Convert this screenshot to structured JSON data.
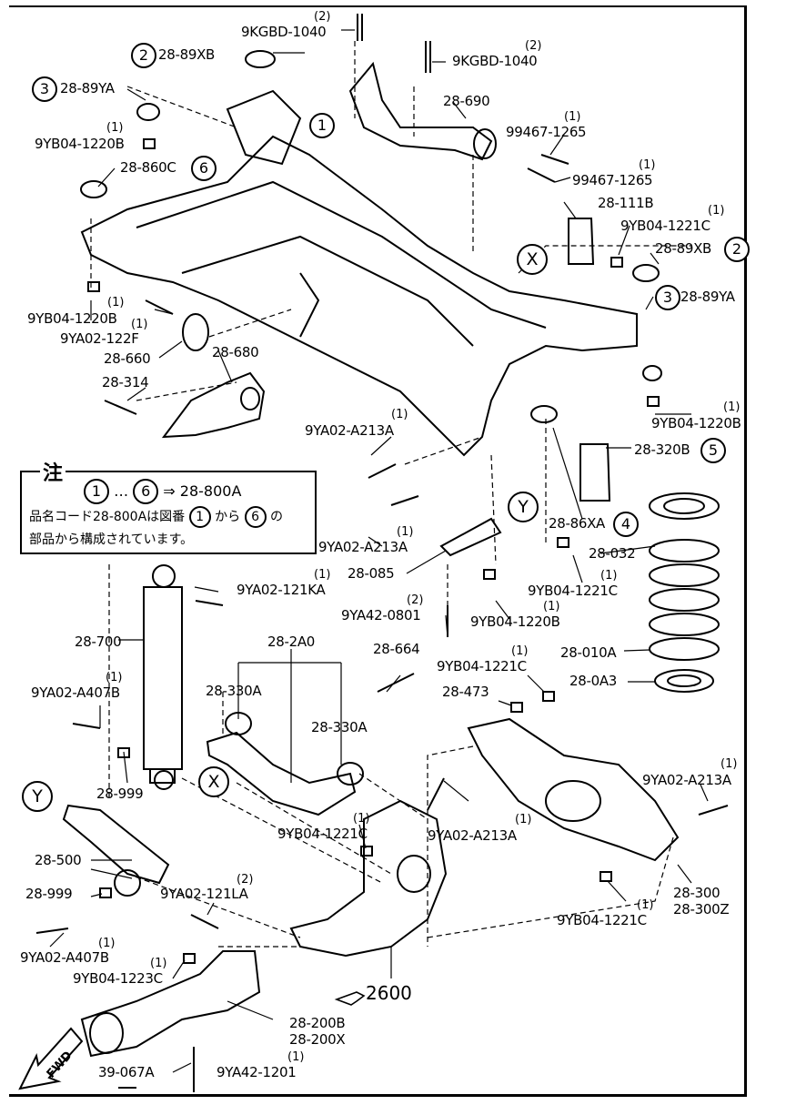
{
  "parts": [
    {
      "code": "9KGBD-1040",
      "qty": "(2)"
    },
    {
      "code": "9KGBD-1040",
      "qty": "(2)"
    },
    {
      "code": "28-89XB",
      "mark": "2"
    },
    {
      "code": "28-89YA",
      "mark": "3"
    },
    {
      "code": "9YB04-1220B",
      "qty": "(1)"
    },
    {
      "code": "28-860C",
      "mark": "6"
    },
    {
      "code": "28-690"
    },
    {
      "code": "99467-1265",
      "qty": "(1)"
    },
    {
      "code": "99467-1265",
      "qty": "(1)"
    },
    {
      "code": "28-111B"
    },
    {
      "code": "9YB04-1221C",
      "qty": "(1)"
    },
    {
      "code": "28-89XB",
      "mark": "2"
    },
    {
      "code": "28-89YA",
      "mark": "3"
    },
    {
      "code": "9YB04-1220B",
      "qty": "(1)"
    },
    {
      "code": "9YA02-122F",
      "qty": "(1)"
    },
    {
      "code": "28-660"
    },
    {
      "code": "28-680"
    },
    {
      "code": "28-314"
    },
    {
      "code": "9YA02-A213A",
      "qty": "(1)"
    },
    {
      "code": "9YB04-1220B",
      "qty": "(1)"
    },
    {
      "code": "28-320B",
      "mark": "5"
    },
    {
      "code": "28-86XA",
      "mark": "4"
    },
    {
      "code": "9YA02-A213A",
      "qty": "(1)"
    },
    {
      "code": "28-085"
    },
    {
      "code": "28-032"
    },
    {
      "code": "9YB04-1221C",
      "qty": "(1)"
    },
    {
      "code": "9YA42-0801",
      "qty": "(2)"
    },
    {
      "code": "9YB04-1220B",
      "qty": "(1)"
    },
    {
      "code": "9YA02-121KA",
      "qty": "(1)"
    },
    {
      "code": "28-700"
    },
    {
      "code": "28-2A0"
    },
    {
      "code": "28-664"
    },
    {
      "code": "9YB04-1221C",
      "qty": "(1)"
    },
    {
      "code": "28-010A"
    },
    {
      "code": "9YA02-A407B",
      "qty": "(1)"
    },
    {
      "code": "28-330A"
    },
    {
      "code": "28-473"
    },
    {
      "code": "28-0A3"
    },
    {
      "code": "28-330A"
    },
    {
      "code": "28-999"
    },
    {
      "code": "9YA02-A213A",
      "qty": "(1)"
    },
    {
      "code": "9YB04-1221C",
      "qty": "(1)"
    },
    {
      "code": "9YA02-A213A",
      "qty": "(1)"
    },
    {
      "code": "28-500"
    },
    {
      "code": "28-999"
    },
    {
      "code": "9YA02-121LA",
      "qty": "(2)"
    },
    {
      "code": "28-300"
    },
    {
      "code": "28-300Z"
    },
    {
      "code": "9YB04-1221C",
      "qty": "(1)"
    },
    {
      "code": "9YA02-A407B",
      "qty": "(1)"
    },
    {
      "code": "9YB04-1223C",
      "qty": "(1)"
    },
    {
      "code": "28-200B"
    },
    {
      "code": "28-200X"
    },
    {
      "code": "39-067A"
    },
    {
      "code": "9YA42-1201",
      "qty": "(1)"
    }
  ],
  "view_markers": [
    "X",
    "Y",
    "X",
    "Y"
  ],
  "note": {
    "title": "注",
    "range_start": "1",
    "range_sep": "…",
    "range_end": "6",
    "arrow": "⇒",
    "target": "28-800A",
    "line2_a": "品名コード28-800Aは図番",
    "line2_mark1": "1",
    "line2_b": "から",
    "line2_mark2": "6",
    "line2_c": "の",
    "line3": "部品から構成されています。"
  },
  "reference": {
    "icon": "pointing-hand-icon",
    "text": "2600"
  },
  "fwd_label": "FWD",
  "crossmember_mark": "1"
}
